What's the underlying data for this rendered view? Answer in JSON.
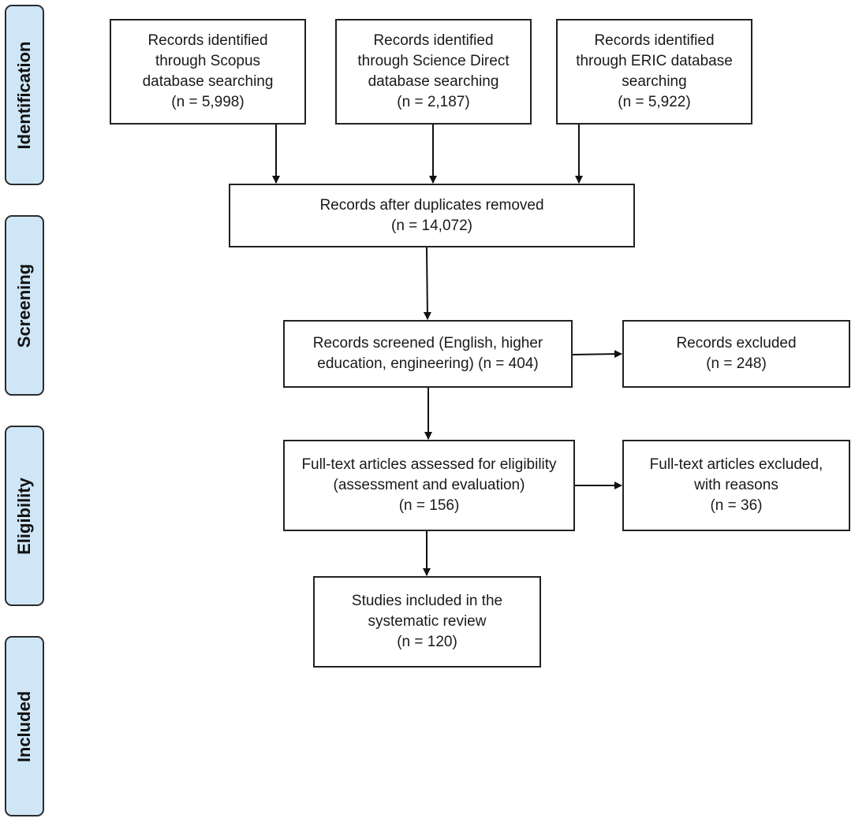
{
  "stages": {
    "identification": "Identification",
    "screening": "Screening",
    "eligibility": "Eligibility",
    "included": "Included"
  },
  "boxes": {
    "scopus": [
      "Records identified",
      "through Scopus",
      "database searching",
      "(n = 5,998)"
    ],
    "science_direct": [
      "Records identified",
      "through Science Direct",
      "database searching",
      "(n = 2,187)"
    ],
    "eric": [
      "Records identified",
      "through ERIC database",
      "searching",
      "(n = 5,922)"
    ],
    "duplicates_removed": [
      "Records after duplicates removed",
      "(n = 14,072)"
    ],
    "screened": [
      "Records screened (English, higher",
      "education, engineering) (n = 404)"
    ],
    "excluded": [
      "Records excluded",
      "(n = 248)"
    ],
    "full_text_assessed": [
      "Full-text articles assessed for eligibility",
      "(assessment and evaluation)",
      "(n = 156)"
    ],
    "full_text_excluded": [
      "Full-text articles excluded,",
      "with reasons",
      "(n = 36)"
    ],
    "included": [
      "Studies included in the",
      "systematic review",
      "(n = 120)"
    ]
  }
}
